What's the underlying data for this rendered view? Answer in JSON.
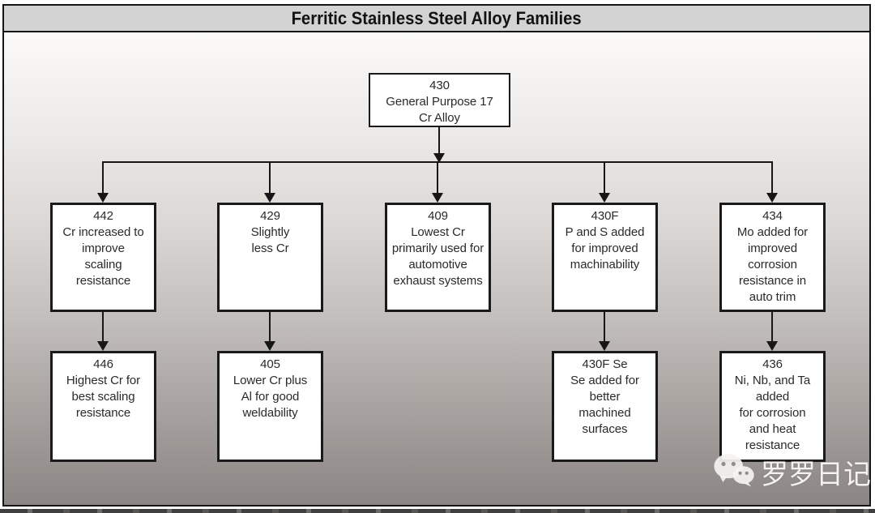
{
  "title": "Ferritic Stainless Steel Alloy Families",
  "root": {
    "code": "430",
    "desc": "General Purpose 17\nCr Alloy"
  },
  "families": [
    {
      "code": "442",
      "desc": "Cr increased to\nimprove\nscaling\nresistance",
      "child": {
        "code": "446",
        "desc": "Highest Cr for\nbest scaling\nresistance"
      }
    },
    {
      "code": "429",
      "desc": "Slightly\nless Cr",
      "child": {
        "code": "405",
        "desc": "Lower Cr plus\nAl for good\nweldability"
      }
    },
    {
      "code": "409",
      "desc": "Lowest Cr\nprimarily used for\nautomotive\nexhaust systems"
    },
    {
      "code": "430F",
      "desc": "P and S added\nfor improved\nmachinability",
      "child": {
        "code": "430F Se",
        "desc": "Se added for\nbetter\nmachined\nsurfaces"
      }
    },
    {
      "code": "434",
      "desc": "Mo added for\nimproved\ncorrosion\nresistance in\nauto trim",
      "child": {
        "code": "436",
        "desc": "Ni, Nb, and Ta\nadded\nfor corrosion\nand heat\nresistance"
      }
    }
  ],
  "watermark": {
    "label": "罗罗日记",
    "icon": "wechat-icon"
  },
  "colors": {
    "frame_border": "#161616",
    "titlebar_bg": "#d3d3d3",
    "node_bg": "#ffffff",
    "node_border": "#1a1a1a",
    "text": "#2a2a2a",
    "canvas_gradient_top": "#fbfaf9",
    "canvas_gradient_bottom": "#8b8683",
    "watermark_text": "#faf9f8"
  }
}
